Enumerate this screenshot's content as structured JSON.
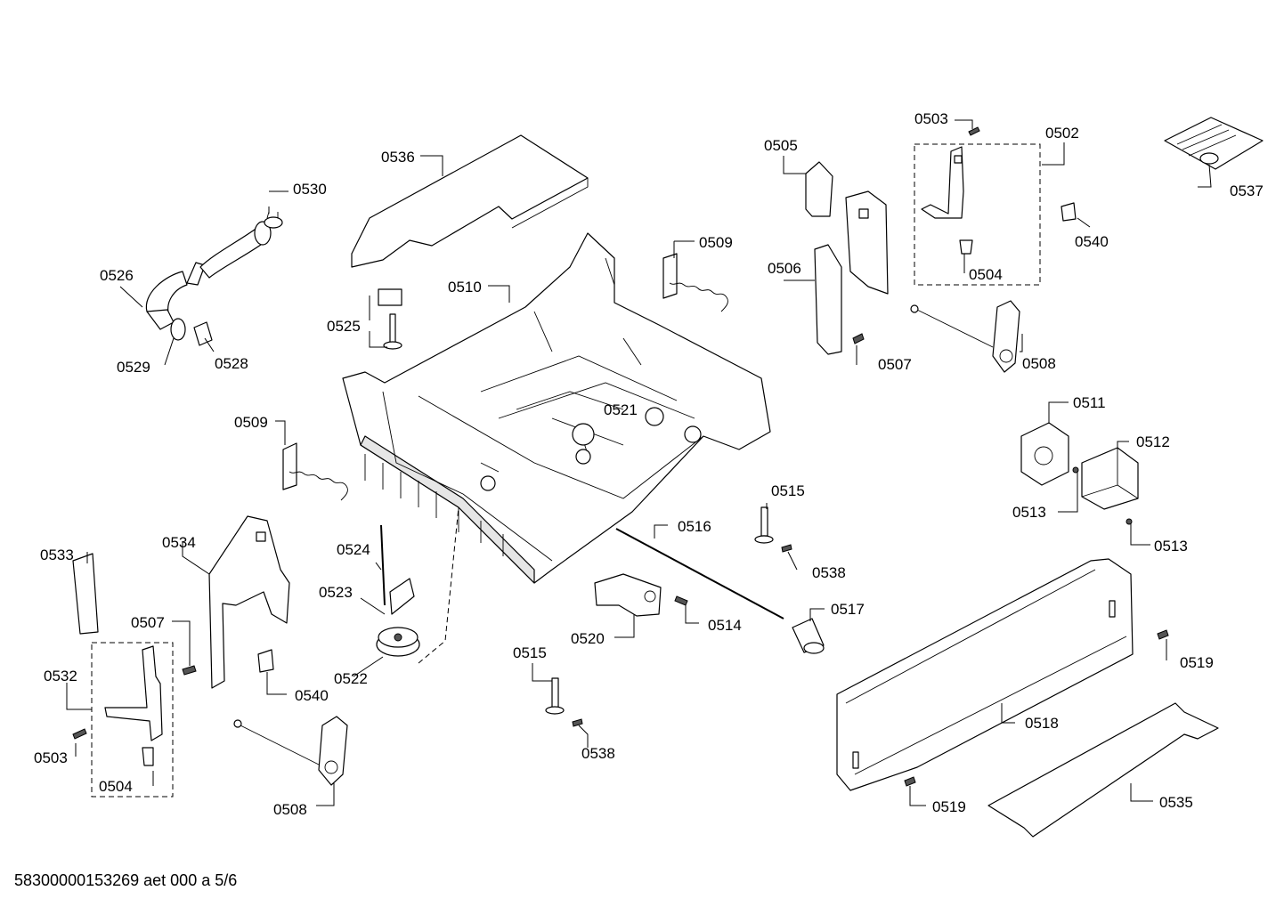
{
  "document_id": "58300000153269 aet 000 a 5/6",
  "part_numbers": {
    "p0502": "0502",
    "p0503_right": "0503",
    "p0503_left": "0503",
    "p0504_right": "0504",
    "p0504_left": "0504",
    "p0505": "0505",
    "p0506": "0506",
    "p0507_right": "0507",
    "p0507_left": "0507",
    "p0508_right": "0508",
    "p0508_left": "0508",
    "p0509_right": "0509",
    "p0509_left": "0509",
    "p0510": "0510",
    "p0511": "0511",
    "p0512": "0512",
    "p0513_a": "0513",
    "p0513_b": "0513",
    "p0514": "0514",
    "p0515_a": "0515",
    "p0515_b": "0515",
    "p0516": "0516",
    "p0517": "0517",
    "p0518": "0518",
    "p0519_a": "0519",
    "p0519_b": "0519",
    "p0520": "0520",
    "p0521": "0521",
    "p0522": "0522",
    "p0523": "0523",
    "p0524": "0524",
    "p0525": "0525",
    "p0526": "0526",
    "p0528": "0528",
    "p0529": "0529",
    "p0530": "0530",
    "p0532": "0532",
    "p0533": "0533",
    "p0534": "0534",
    "p0535": "0535",
    "p0536": "0536",
    "p0537": "0537",
    "p0538_a": "0538",
    "p0538_b": "0538",
    "p0540_right": "0540",
    "p0540_left": "0540"
  }
}
